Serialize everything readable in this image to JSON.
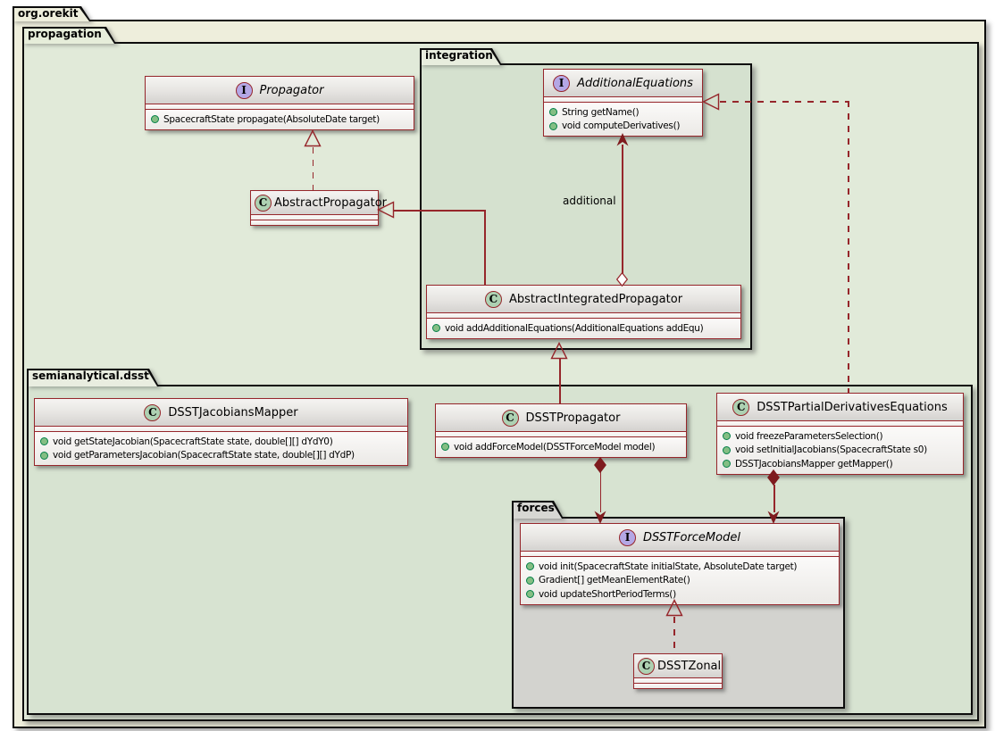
{
  "diagram": {
    "packages": {
      "orekit": {
        "label": "org.orekit"
      },
      "propagation": {
        "label": "propagation"
      },
      "integration": {
        "label": "integration"
      },
      "semianalytical": {
        "label": "semianalytical.dsst"
      },
      "forces": {
        "label": "forces"
      }
    },
    "classes": {
      "propagator": {
        "kind": "interface",
        "icon": "I",
        "name": "Propagator",
        "methods": [
          "SpacecraftState propagate(AbsoluteDate target)"
        ]
      },
      "abstractPropagator": {
        "kind": "class",
        "icon": "C",
        "name": "AbstractPropagator",
        "methods": []
      },
      "additionalEquations": {
        "kind": "interface",
        "icon": "I",
        "name": "AdditionalEquations",
        "methods": [
          "String getName()",
          "void computeDerivatives()"
        ]
      },
      "abstractIntegratedPropagator": {
        "kind": "class",
        "icon": "C",
        "name": "AbstractIntegratedPropagator",
        "methods": [
          "void addAdditionalEquations(AdditionalEquations addEqu)"
        ]
      },
      "dsstJacobiansMapper": {
        "kind": "class",
        "icon": "C",
        "name": "DSSTJacobiansMapper",
        "methods": [
          "void getStateJacobian(SpacecraftState state, double[][] dYdY0)",
          "void getParametersJacobian(SpacecraftState state, double[][] dYdP)"
        ]
      },
      "dsstPropagator": {
        "kind": "class",
        "icon": "C",
        "name": "DSSTPropagator",
        "methods": [
          "void addForceModel(DSSTForceModel model)"
        ]
      },
      "dsstPartialDerivativesEquations": {
        "kind": "class",
        "icon": "C",
        "name": "DSSTPartialDerivativesEquations",
        "methods": [
          "void freezeParametersSelection()",
          "void setInitialJacobians(SpacecraftState s0)",
          "DSSTJacobiansMapper getMapper()"
        ]
      },
      "dsstForceModel": {
        "kind": "interface",
        "icon": "I",
        "name": "DSSTForceModel",
        "methods": [
          "void init(SpacecraftState initialState, AbsoluteDate target)",
          "Gradient[] getMeanElementRate()",
          "void updateShortPeriodTerms()"
        ]
      },
      "dsstZonal": {
        "kind": "class",
        "icon": "C",
        "name": "DSSTZonal",
        "methods": []
      }
    },
    "edge_labels": {
      "aggregation_additional": "additional"
    },
    "colors": {
      "line_red": "#96262b",
      "solid_marker_red": "#7e1b1e",
      "class_icon_green": "#add1b2",
      "interface_icon_purple": "#b4a7e5",
      "method_dot_green": "#84be84",
      "orekit_cream": "#eeeedc",
      "propagation_green": "#e1ead9",
      "integration_green": "#d5e1cf",
      "semianalytical_green": "#d7e3d1",
      "forces_gray": "#d3d3cf",
      "package_border": "#0c0c0c"
    }
  }
}
